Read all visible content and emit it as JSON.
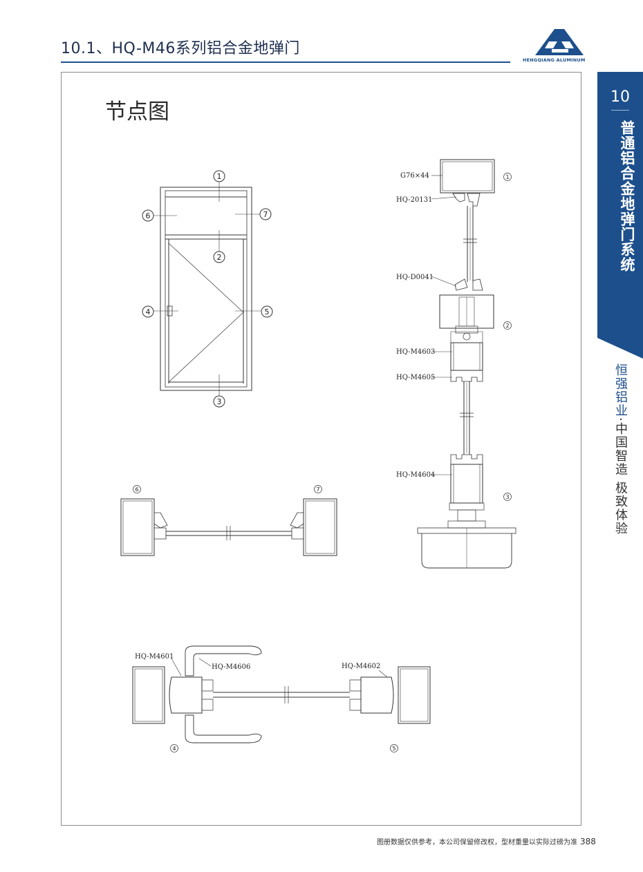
{
  "header": {
    "title": "10.1、HQ-M46系列铝合金地弹门"
  },
  "logo": {
    "text": "HENGQIANG ALUMINUM",
    "color": "#1d4f8c"
  },
  "section": {
    "title": "节点图"
  },
  "sidebar": {
    "number": "10",
    "title": "普通铝合金地弹门系统",
    "band_color": "#1d4f8c"
  },
  "slogan": {
    "brand": "恒强铝业",
    "separator": "·",
    "rest": "中国智造 极致体验"
  },
  "footer": {
    "note": "图册数据仅供参考，本公司保留修改权，型材重量以实际过磅为准",
    "page": "388"
  },
  "elevation": {
    "markers": [
      "1",
      "2",
      "3",
      "4",
      "5",
      "6",
      "7"
    ]
  },
  "section_vertical": {
    "labels": [
      "G76×44",
      "HQ-20131",
      "HQ-D0041",
      "HQ-M4603",
      "HQ-M4605",
      "HQ-M4604"
    ],
    "markers": [
      "1",
      "2",
      "3"
    ]
  },
  "section_67": {
    "markers": [
      "6",
      "7"
    ]
  },
  "section_45": {
    "labels": [
      "HQ-M4601",
      "HQ-M4606",
      "HQ-M4602"
    ],
    "markers": [
      "4",
      "5"
    ]
  }
}
